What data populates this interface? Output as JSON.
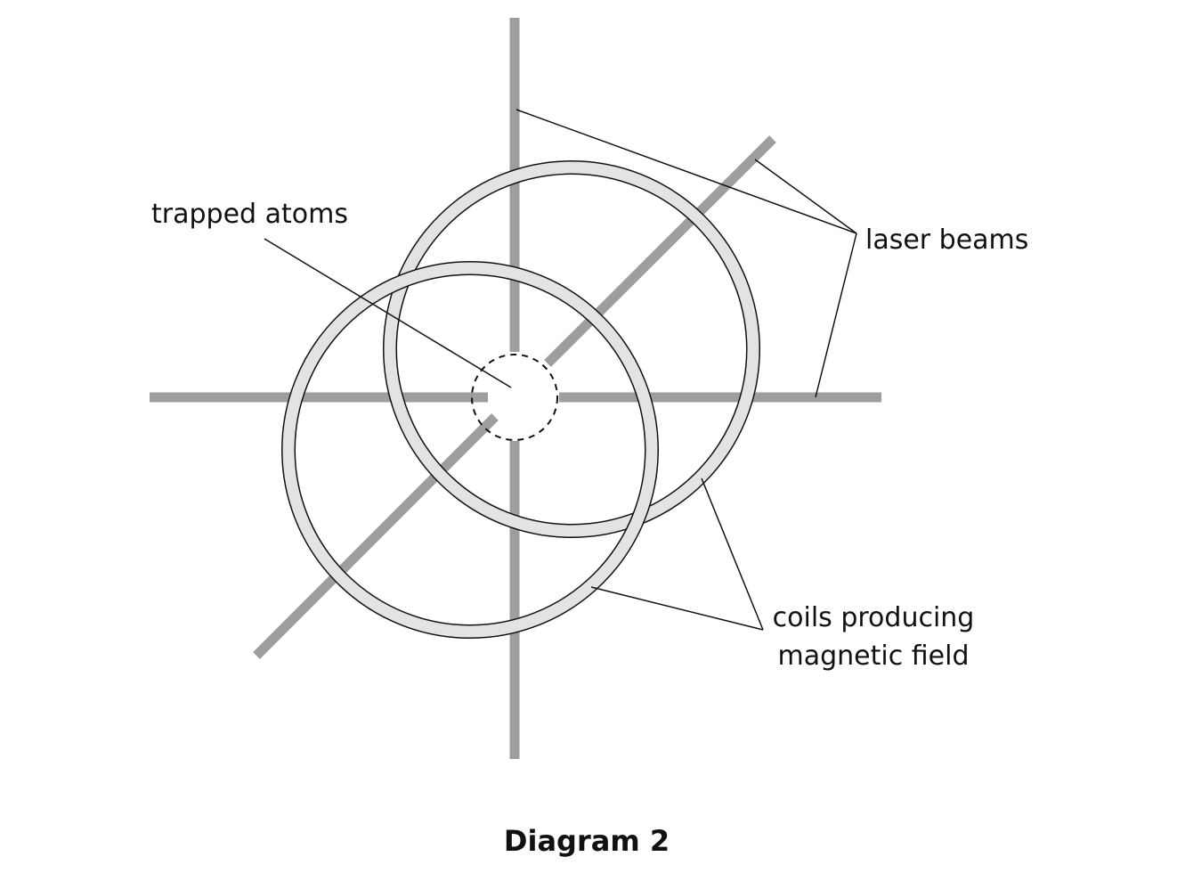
{
  "labels": {
    "trapped_atoms": "trapped atoms",
    "laser_beams": "laser beams",
    "coils_line1": "coils producing",
    "coils_line2": "magnetic field"
  },
  "caption": "Diagram 2",
  "colors": {
    "beam": "#9e9e9e",
    "coil_fill": "#e3e3e3",
    "outline": "#111111",
    "background": "#ffffff"
  }
}
